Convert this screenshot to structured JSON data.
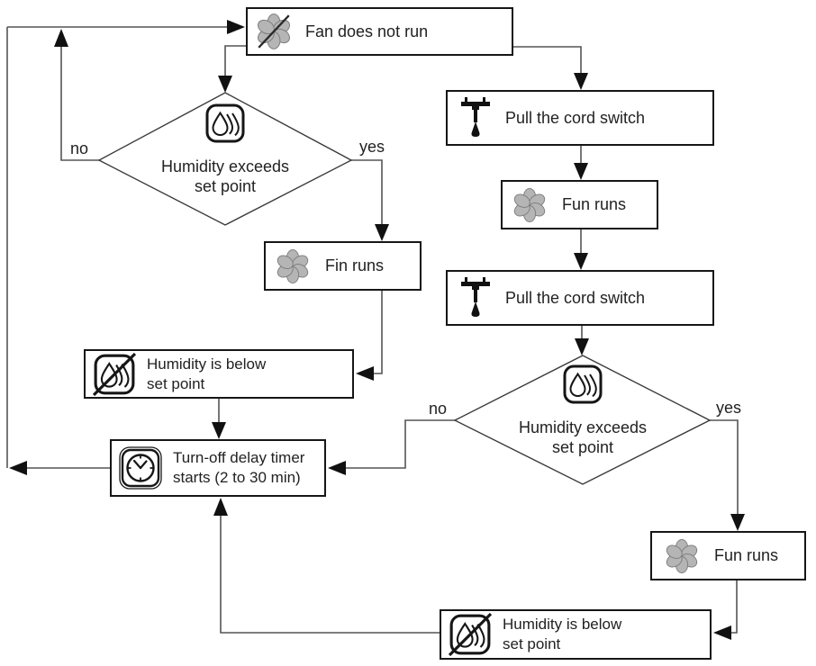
{
  "colors": {
    "border": "#161616",
    "line": "#555555",
    "arrow": "#111111",
    "fan_gray": "#b5b5b5",
    "text": "#222222"
  },
  "nodes": {
    "fan_not_run": {
      "label": "Fan does not run",
      "icon": "fan-crossed-icon"
    },
    "decision1": {
      "lines": [
        "Humidity exceeds",
        "set point"
      ],
      "icon": "humidity-drops-icon"
    },
    "pull_cord_1": {
      "label": "Pull the cord switch",
      "icon": "pull-cord-switch-icon"
    },
    "fun_runs_1": {
      "label": "Fun runs",
      "icon": "fan-icon"
    },
    "fin_runs": {
      "label": "Fin runs",
      "icon": "fan-icon"
    },
    "pull_cord_2": {
      "label": "Pull the cord switch",
      "icon": "pull-cord-switch-icon"
    },
    "humidity_below_left": {
      "lines": [
        "Humidity is below",
        "set point"
      ],
      "icon": "humidity-crossed-icon"
    },
    "timer": {
      "lines": [
        "Turn-off delay timer",
        "starts (2 to 30 min)"
      ],
      "icon": "clock-timer-icon"
    },
    "decision2": {
      "lines": [
        "Humidity exceeds",
        "set point"
      ],
      "icon": "humidity-drops-icon"
    },
    "fun_runs_2": {
      "label": "Fun runs",
      "icon": "fan-icon"
    },
    "humidity_below_bottom": {
      "lines": [
        "Humidity is below",
        "set point"
      ],
      "icon": "humidity-crossed-icon"
    }
  },
  "branch_labels": {
    "decision1_no": "no",
    "decision1_yes": "yes",
    "decision2_no": "no",
    "decision2_yes": "yes"
  },
  "edges": [
    {
      "from": "fan_not_run",
      "to": "decision1"
    },
    {
      "from": "decision1",
      "to": "fan_not_run",
      "label": "no"
    },
    {
      "from": "decision1",
      "to": "fin_runs",
      "label": "yes"
    },
    {
      "from": "fan_not_run",
      "to": "pull_cord_1"
    },
    {
      "from": "pull_cord_1",
      "to": "fun_runs_1"
    },
    {
      "from": "fun_runs_1",
      "to": "pull_cord_2"
    },
    {
      "from": "pull_cord_2",
      "to": "decision2"
    },
    {
      "from": "fin_runs",
      "to": "humidity_below_left"
    },
    {
      "from": "humidity_below_left",
      "to": "timer"
    },
    {
      "from": "decision2",
      "to": "timer",
      "label": "no"
    },
    {
      "from": "decision2",
      "to": "fun_runs_2",
      "label": "yes"
    },
    {
      "from": "fun_runs_2",
      "to": "humidity_below_bottom"
    },
    {
      "from": "humidity_below_bottom",
      "to": "timer"
    },
    {
      "from": "timer",
      "to": "fan_not_run"
    }
  ]
}
